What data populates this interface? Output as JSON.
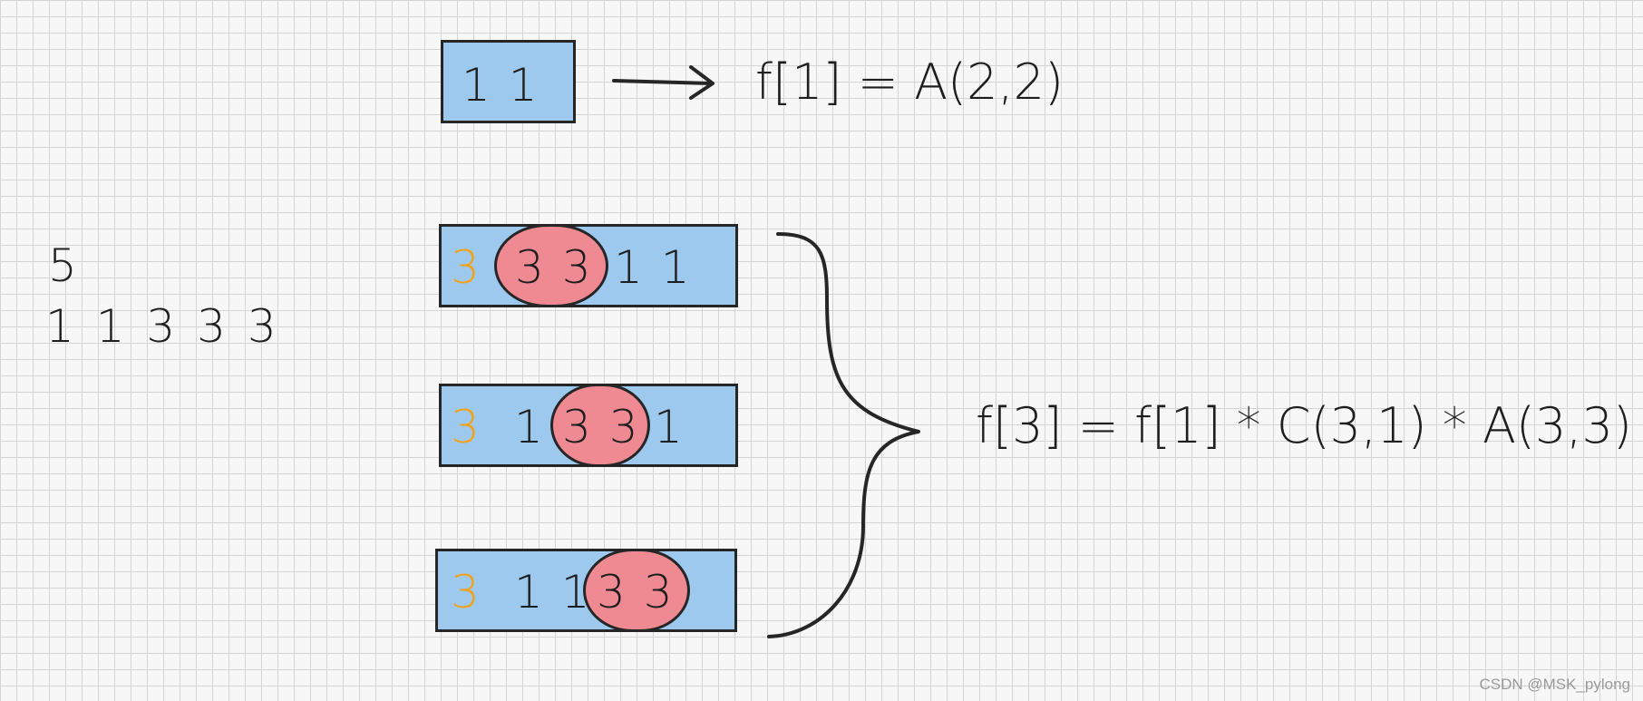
{
  "input_text": {
    "n": "5",
    "sequence": "1 1 3 3 3"
  },
  "top_example": {
    "box_text": "1 1",
    "formula": "f[1] = A(2,2)"
  },
  "rows": [
    {
      "lead": "3",
      "before": "",
      "group": "3 3",
      "after": "1 1"
    },
    {
      "lead": "3",
      "before": "1",
      "group": "3 3",
      "after": "1"
    },
    {
      "lead": "3",
      "before": "1 1",
      "group": "3 3",
      "after": ""
    }
  ],
  "formula_main": "f[3] = f[1] * C(3,1) * A(3,3)",
  "watermark": "CSDN @MSK_pylong",
  "colors": {
    "box_fill": "#9ec9ef",
    "group_fill": "#f08a92",
    "lead_digit": "#f2a21a",
    "stroke": "#262626"
  }
}
